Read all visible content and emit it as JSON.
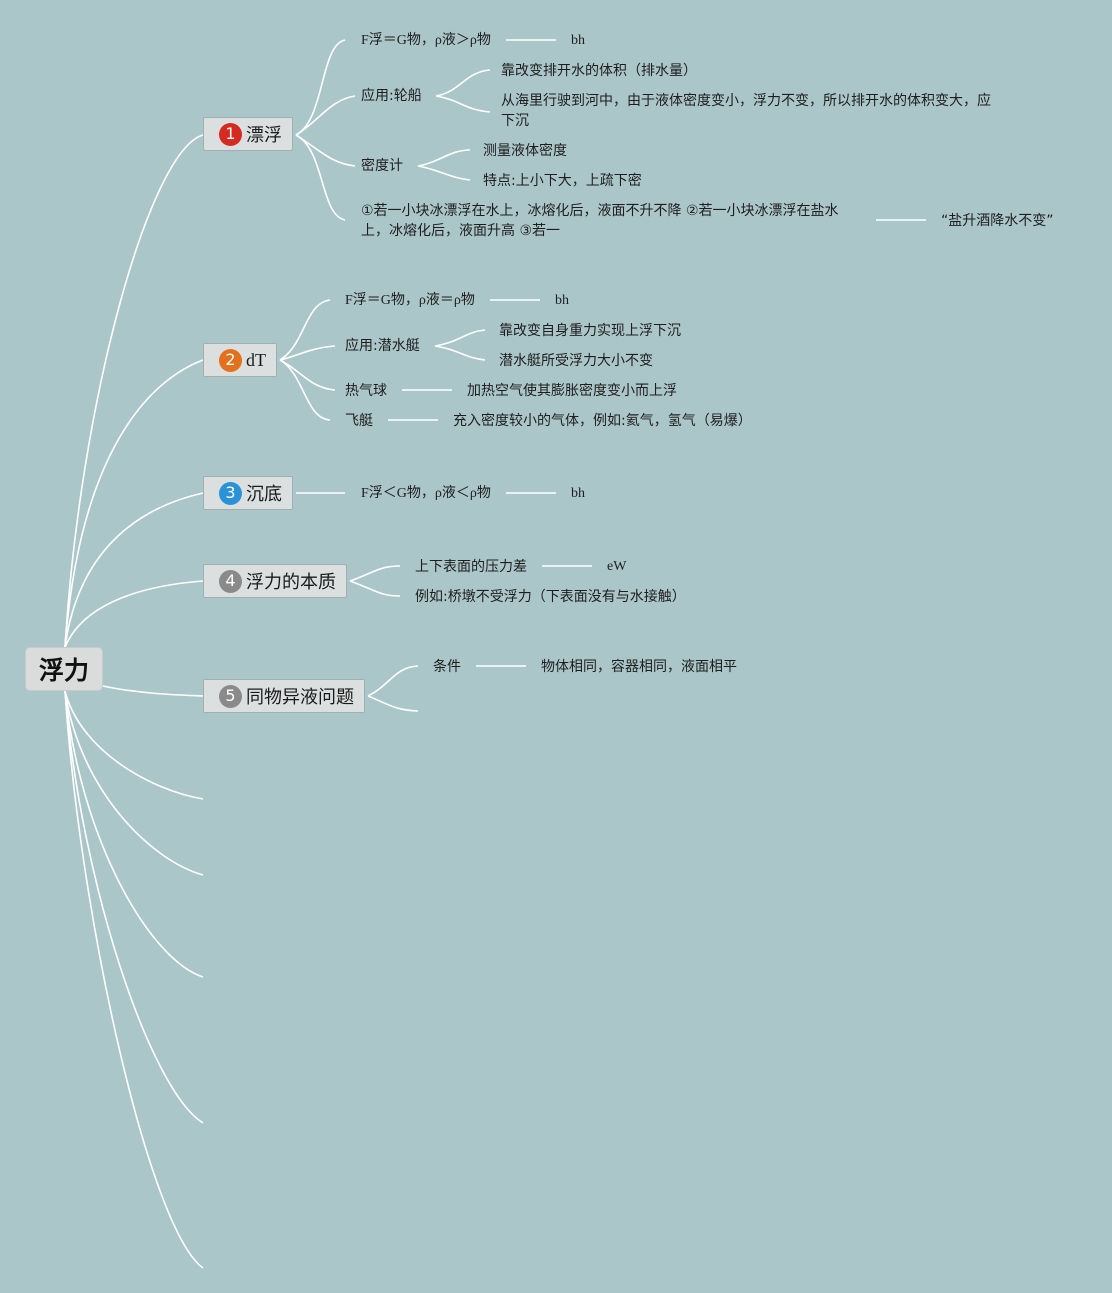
{
  "root": {
    "label": "浮力"
  },
  "colors": {
    "background": "#abc6c8",
    "badge1": "#d42a1f",
    "badge2": "#e3701c",
    "badge3": "#2a93d8",
    "badge4": "#8a8a8a",
    "badge5": "#8a8a8a"
  },
  "topics": [
    {
      "number": "1",
      "label": "漂浮",
      "children": [
        {
          "label": "F浮＝G物，ρ液＞ρ物",
          "tag": "bh"
        },
        {
          "label": "应用:轮船",
          "children": [
            "靠改变排开水的体积（排水量）",
            "从海里行驶到河中，由于液体密度变小，浮力不变，所以排开水的体积变大，应下沉"
          ]
        },
        {
          "label": "密度计",
          "children": [
            "测量液体密度",
            "特点:上小下大，上疏下密"
          ]
        },
        {
          "label": "①若一小块冰漂浮在水上，冰熔化后，液面不升不降 ②若一小块冰漂浮在盐水上，冰熔化后，液面升高 ③若一",
          "tag": "“盐升酒降水不变”"
        }
      ]
    },
    {
      "number": "2",
      "label": "dT",
      "children": [
        {
          "label": "F浮＝G物，ρ液＝ρ物",
          "tag": "bh"
        },
        {
          "label": "应用:潜水艇",
          "children": [
            "靠改变自身重力实现上浮下沉",
            "潜水艇所受浮力大小不变"
          ]
        },
        {
          "label": "热气球",
          "tag": "加热空气使其膨胀密度变小而上浮"
        },
        {
          "label": "飞艇",
          "tag": "充入密度较小的气体，例如:氦气，氢气（易爆）"
        }
      ]
    },
    {
      "number": "3",
      "label": "沉底",
      "children": [
        {
          "label": "F浮＜G物，ρ液＜ρ物",
          "tag": "bh"
        }
      ]
    },
    {
      "number": "4",
      "label": "浮力的本质",
      "children": [
        {
          "label": "上下表面的压力差",
          "tag": "eW"
        },
        {
          "label": "例如:桥墩不受浮力（下表面没有与水接触）"
        }
      ]
    },
    {
      "number": "5",
      "label": "同物异液问题",
      "children": [
        {
          "label": "条件",
          "tag": "物体相同，容器相同，液面相平"
        }
      ]
    }
  ]
}
